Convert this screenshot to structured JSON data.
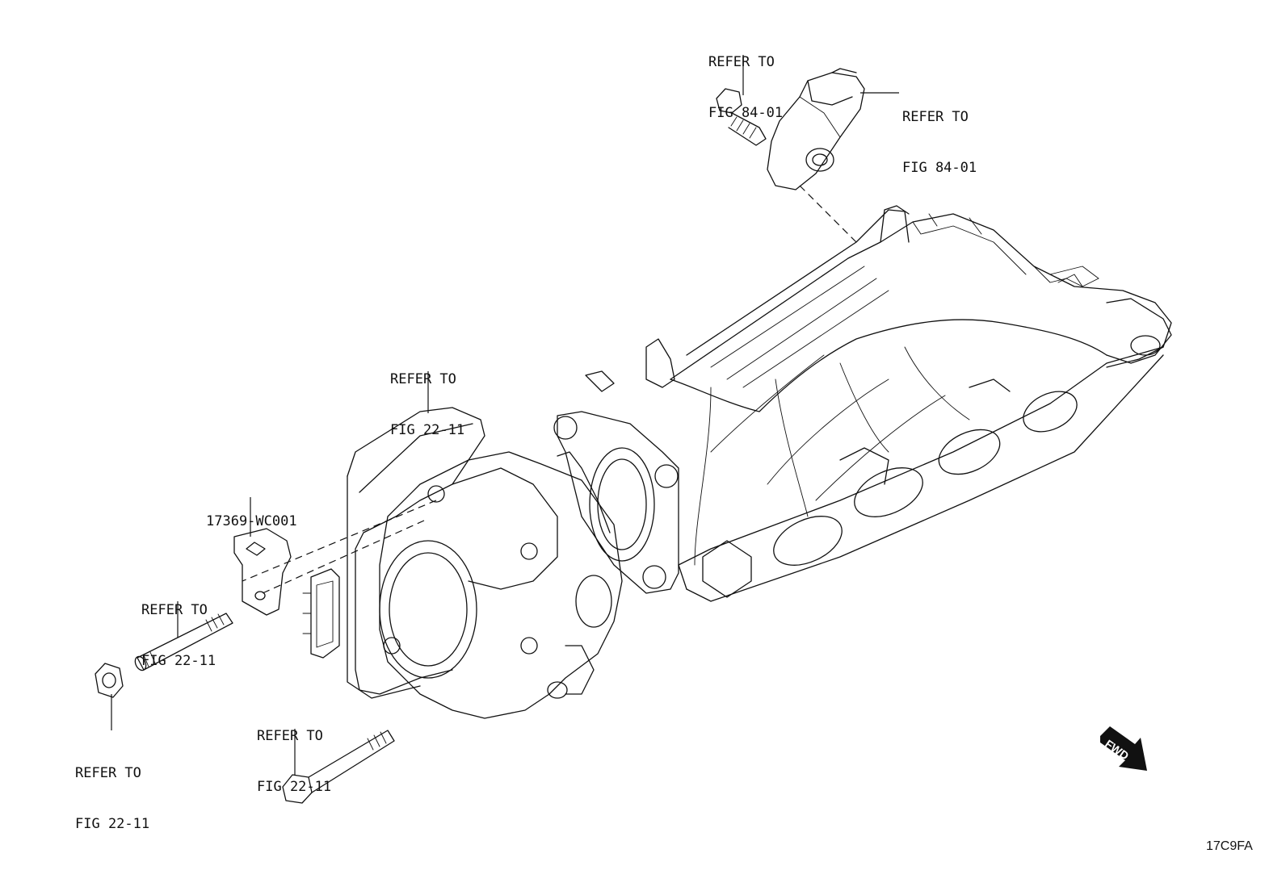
{
  "callouts": {
    "sensor_bolt": {
      "line1": "REFER TO",
      "line2": "FIG 84-01"
    },
    "sensor": {
      "line1": "REFER TO",
      "line2": "FIG 84-01"
    },
    "throttle_body": {
      "line1": "REFER TO",
      "line2": "FIG 22-11"
    },
    "bracket_part": {
      "line1": "17369-WC001"
    },
    "stud": {
      "line1": "REFER TO",
      "line2": "FIG 22-11"
    },
    "nut": {
      "line1": "REFER TO",
      "line2": "FIG 22-11"
    },
    "long_bolt": {
      "line1": "REFER TO",
      "line2": "FIG 22-11"
    }
  },
  "fwd_arrow": {
    "label": "FWD"
  },
  "figure_id": "17C9FA",
  "icons": [
    "bolt-icon",
    "sensor-icon",
    "throttle-body-icon",
    "intake-manifold-icon",
    "bracket-icon",
    "stud-icon",
    "nut-icon",
    "fwd-arrow-icon"
  ]
}
